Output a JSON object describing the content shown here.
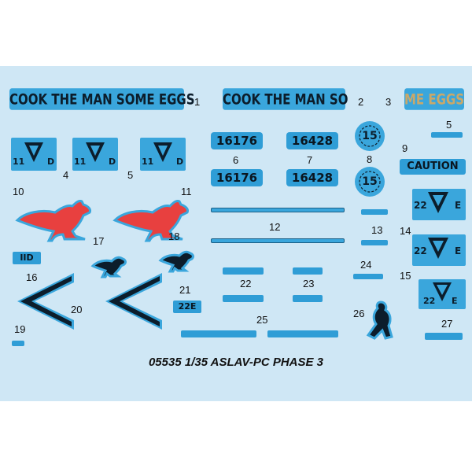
{
  "slogans": {
    "s1": "COOK THE MAN SOME EGGS",
    "s2": "COOK THE MAN SO",
    "s3": "ME EGGS"
  },
  "serials": [
    "16176",
    "16428",
    "16176",
    "16428"
  ],
  "circle_number": "15",
  "caution": "CAUTION",
  "unit_tags": {
    "d_left": "11",
    "d_right": "D",
    "e_left": "22",
    "e_right": "E",
    "iid": "IID",
    "e22": "22E"
  },
  "numbers": [
    "1",
    "2",
    "3",
    "4",
    "5",
    "5",
    "6",
    "7",
    "8",
    "9",
    "10",
    "11",
    "12",
    "13",
    "14",
    "15",
    "16",
    "17",
    "18",
    "19",
    "20",
    "21",
    "22",
    "23",
    "24",
    "25",
    "26",
    "27"
  ],
  "footer": "05535 1/35 ASLAV-PC PHASE 3",
  "colors": {
    "sheet": "#cfe7f5",
    "decal_blue": "#3aa6dc",
    "kangaroo_red": "#e8403f",
    "ink": "#0c1d2b",
    "gold": "#c9a86a"
  }
}
